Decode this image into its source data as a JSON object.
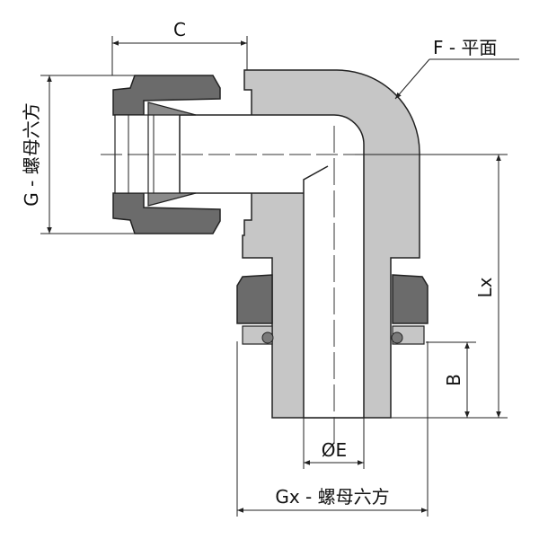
{
  "labels": {
    "c": "C",
    "g": "G - 螺母六方",
    "f": "F - 平面",
    "lx": "Lx",
    "b": "B",
    "e": "ØE",
    "gx": "Gx - 螺母六方"
  },
  "colors": {
    "body": "#c6c6c6",
    "nut": "#6b6b6b",
    "line": "#222222",
    "oring": "#7a7a7a"
  }
}
